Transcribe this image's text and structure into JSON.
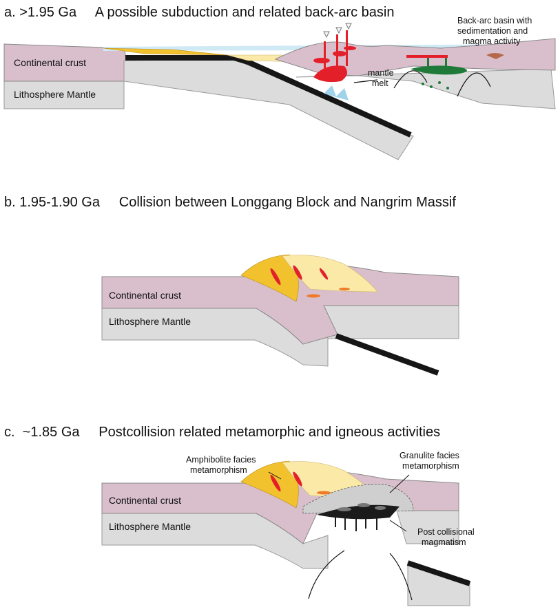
{
  "panels": {
    "a": {
      "title": "a. >1.95 Ga     A possible subduction and related back-arc basin",
      "continental_crust": "Continental crust",
      "lithosphere_mantle": "Lithosphere Mantle",
      "backarc_line1": "Back-arc basin with",
      "backarc_line2": "sedimentation and",
      "backarc_line3": "magma activity",
      "mantle_line1": "mantle",
      "mantle_line2": "melt"
    },
    "b": {
      "title": "b. 1.95-1.90 Ga     Collision between Longgang Block and Nangrim Massif",
      "continental_crust": "Continental crust",
      "lithosphere_mantle": "Lithosphere Mantle"
    },
    "c": {
      "title": "c.  ~1.85 Ga     Postcollision related metamorphic and igneous activities",
      "continental_crust": "Continental crust",
      "lithosphere_mantle": "Lithosphere Mantle",
      "amphibolite_line1": "Amphibolite facies",
      "amphibolite_line2": "metamorphism",
      "granulite_line1": "Granulite facies",
      "granulite_line2": "metamorphism",
      "postcol_line1": "Post collisional",
      "postcol_line2": "magmatism"
    }
  },
  "colors": {
    "crust": "#d9bfcc",
    "mantle": "#dcdcdc",
    "slab": "#161616",
    "sediment_yellow": "#f2c12e",
    "sediment_light": "#fbe9a8",
    "magma_red": "#e3202a",
    "magma_green": "#1f7a3a",
    "granulite": "#3a3a3a",
    "water": "#bfe3f2"
  }
}
